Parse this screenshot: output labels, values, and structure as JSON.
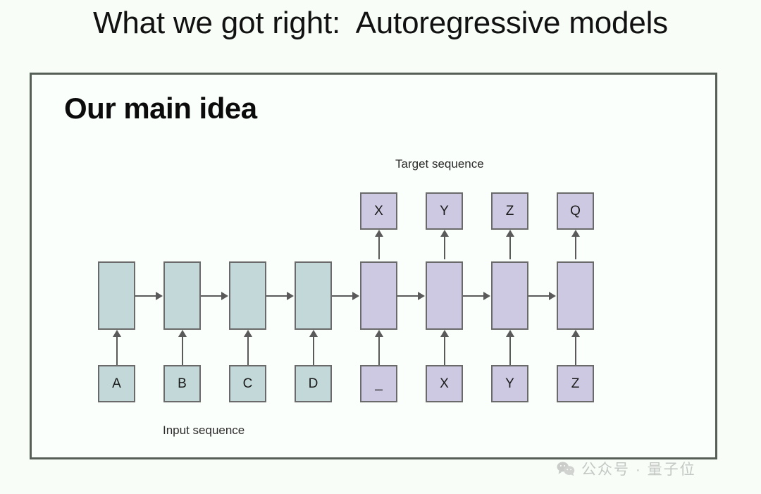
{
  "slide": {
    "title": "What we got right:  Autoregressive models",
    "inner_heading": "Our main idea"
  },
  "diagram": {
    "target_label": "Target sequence",
    "input_label": "Input sequence",
    "colors": {
      "encoder_fill": "#c3d8d8",
      "decoder_fill": "#cdc9e2",
      "box_stroke": "#6a6a6a",
      "arrow": "#5a5a5a",
      "frame_border": "#555f55",
      "background": "#f8fdf8"
    },
    "output_tokens": [
      {
        "label": "X"
      },
      {
        "label": "Y"
      },
      {
        "label": "Z"
      },
      {
        "label": "Q"
      }
    ],
    "encoder_states": [
      {
        "label": ""
      },
      {
        "label": ""
      },
      {
        "label": ""
      },
      {
        "label": ""
      }
    ],
    "decoder_states": [
      {
        "label": ""
      },
      {
        "label": ""
      },
      {
        "label": ""
      },
      {
        "label": ""
      }
    ],
    "input_tokens": [
      {
        "label": "A"
      },
      {
        "label": "B"
      },
      {
        "label": "C"
      },
      {
        "label": "D"
      }
    ],
    "decoder_input_tokens": [
      {
        "label": "_"
      },
      {
        "label": "X"
      },
      {
        "label": "Y"
      },
      {
        "label": "Z"
      }
    ]
  },
  "watermark": {
    "text": "公众号 · 量子位",
    "icon": "wechat-icon"
  }
}
